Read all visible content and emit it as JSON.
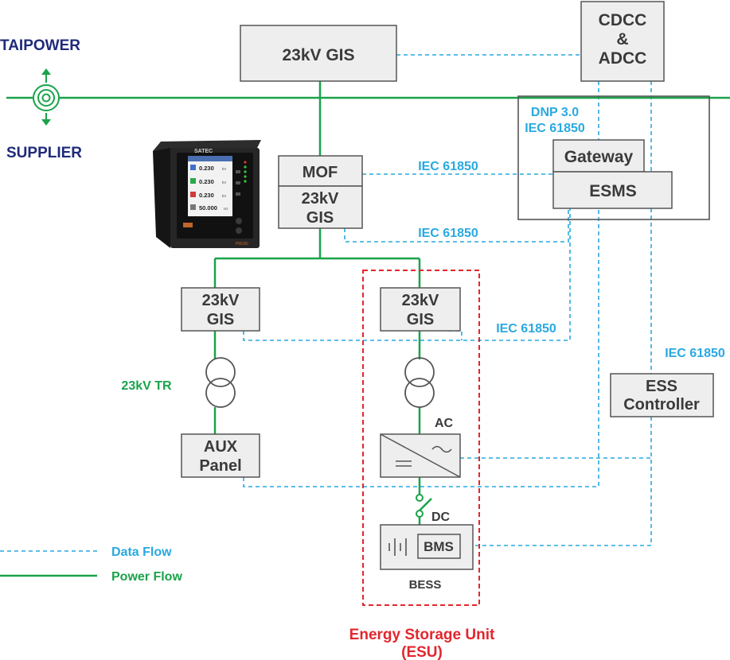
{
  "grid": {
    "utility": "TAIPOWER",
    "supplier": "SUPPLIER"
  },
  "nodes": {
    "gis_main": "23kV GIS",
    "cdcc_line1": "CDCC",
    "cdcc_line2": "&",
    "cdcc_line3": "ADCC",
    "mof": "MOF",
    "gis_mof_line1": "23kV",
    "gis_mof_line2": "GIS",
    "gis_left_line1": "23kV",
    "gis_left_line2": "GIS",
    "gis_right_line1": "23kV",
    "gis_right_line2": "GIS",
    "gateway": "Gateway",
    "esms": "ESMS",
    "aux_line1": "AUX",
    "aux_line2": "Panel",
    "ess_line1": "ESS",
    "ess_line2": "Controller",
    "bms": "BMS",
    "bess": "BESS"
  },
  "labels": {
    "protocol_dnp": "DNP 3.0",
    "protocol_iec_top": "IEC 61850",
    "iec_mof": "IEC 61850",
    "iec_gis": "IEC 61850",
    "iec_gis_right": "IEC 61850",
    "iec_ess": "IEC 61850",
    "transformer": "23kV TR",
    "ac": "AC",
    "dc": "DC"
  },
  "meter": {
    "brand": "SATEC",
    "model": "PM180",
    "readings": [
      "0.230",
      "0.230",
      "0.230",
      "50.000"
    ],
    "units": [
      "kV",
      "kV",
      "kV",
      "Hz"
    ]
  },
  "legend": {
    "data_flow": "Data Flow",
    "power_flow": "Power Flow"
  },
  "esu": {
    "title_line1": "Energy Storage Unit",
    "title_line2": "(ESU)"
  },
  "colors": {
    "power": "#1aa34a",
    "data": "#29a9e0",
    "esu_border": "#e3262d",
    "grid_text": "#1f2a7a"
  }
}
